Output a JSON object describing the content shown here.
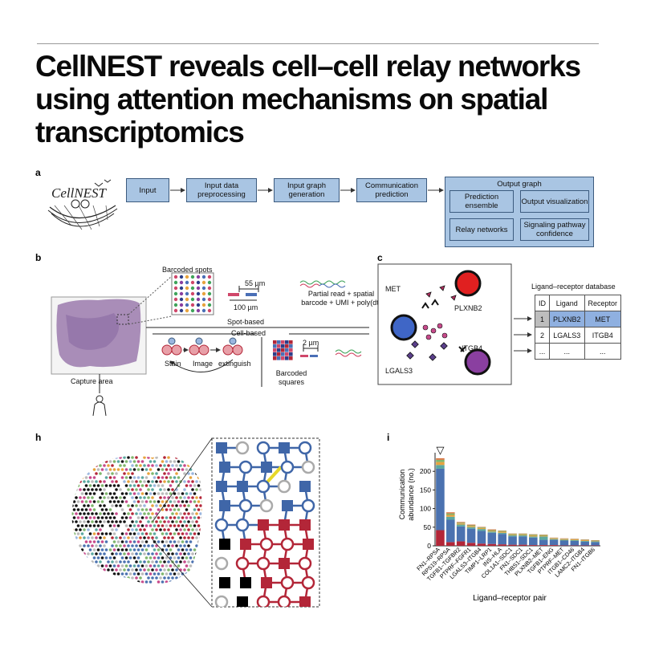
{
  "title": "CellNEST reveals cell–cell relay networks using attention mechanisms on spatial transcriptomics",
  "panels": {
    "a": {
      "label": "a",
      "logo_text": "CellNEST",
      "steps": [
        "Input",
        "Input data preprocessing",
        "Input graph generation",
        "Communication prediction"
      ],
      "output_title": "Output graph",
      "outputs": [
        "Prediction ensemble",
        "Output visualization",
        "Relay networks",
        "Signaling pathway confidence"
      ]
    },
    "b": {
      "label": "b",
      "barcoded_spots": "Barcoded spots",
      "size_55": "55 µm",
      "size_100": "100 µm",
      "read_text": "Partial read + spatial barcode + UMI + poly(dt)",
      "spot_based": "Spot-based",
      "cell_based": "Cell-based",
      "stain": "Stain",
      "image": "Image",
      "extinguish": "extinguish",
      "size_2": "2 µm",
      "barcoded_squares": "Barcoded squares",
      "capture_area": "Capture area"
    },
    "c": {
      "label": "c",
      "met": "MET",
      "plxnb2": "PLXNB2",
      "itgb4": "ITGB4",
      "lgals3": "LGALS3",
      "db_title": "Ligand–receptor database",
      "headers": [
        "ID",
        "Ligand",
        "Receptor"
      ],
      "rows": [
        [
          "1",
          "PLXNB2",
          "MET"
        ],
        [
          "2",
          "LGALS3",
          "ITGB4"
        ],
        [
          "...",
          "...",
          "..."
        ]
      ]
    },
    "h": {
      "label": "h"
    },
    "i": {
      "label": "i"
    }
  },
  "colors": {
    "box_fill": "#a9c5e3",
    "box_border": "#3c5b7f",
    "node_blue": "#3f66a8",
    "node_red": "#b32638",
    "highlight": "#e6d82a",
    "purple": "#8a3fa0"
  },
  "chart_data": {
    "type": "bar",
    "stacked": true,
    "title": "",
    "xlabel": "Ligand–receptor pair",
    "ylabel": "Communication abundance (no.)",
    "ylim": [
      0,
      250
    ],
    "yticks": [
      0,
      50,
      100,
      150,
      200
    ],
    "marker": "▽",
    "categories": [
      "FN1–RPSA",
      "RPS19–RPSA",
      "TGFB1–TGFBR2",
      "PTPRF–FGFR1",
      "LGALS3–ITGB4",
      "TIMP1–LRP1",
      "INS–HLA",
      "COL1A1–SDC1",
      "FN1–SDC1",
      "THBS1–SDC1",
      "PLXNB2–MET",
      "TGFB1–ENG",
      "PTPRF–MET",
      "ITGB1–CD46",
      "LAMC2–ITGB4",
      "FN1–ITGB6"
    ],
    "visible_tick_labels": [
      "FN1–RPSA",
      "RPS19–RPSA",
      "TGFB1–TGFBR2",
      "PTPRF–FGFR1",
      "LGALS3–ITGB4",
      "TIMP1–LRP1",
      "INS–HLA",
      "COL1A1–SDC1",
      "FN1–SDC1",
      "THBS1–SDC1",
      "PLXNB2–MET",
      "TGFB1–ENG",
      "PTPRF–MET",
      "ITGB1–CD46",
      "LAMC2–ITGB4",
      "FN1–ITGB6"
    ],
    "series": [
      {
        "color": "#b32638",
        "values": [
          42,
          10,
          12,
          8,
          6,
          5,
          4,
          3,
          3,
          2,
          2,
          2,
          1,
          1,
          1,
          1
        ]
      },
      {
        "color": "#4b72b0",
        "values": [
          165,
          60,
          40,
          38,
          34,
          30,
          28,
          22,
          22,
          20,
          14,
          14,
          13,
          12,
          10,
          9
        ]
      },
      {
        "color": "#5ba8a0",
        "values": [
          10,
          8,
          5,
          4,
          5,
          3,
          3,
          3,
          3,
          3,
          9,
          2,
          2,
          2,
          2,
          2
        ]
      },
      {
        "color": "#e7a33e",
        "values": [
          8,
          5,
          3,
          3,
          3,
          2,
          3,
          2,
          2,
          3,
          2,
          2,
          2,
          2,
          2,
          1
        ]
      },
      {
        "color": "#7fb66d",
        "values": [
          6,
          4,
          2,
          2,
          2,
          2,
          2,
          2,
          2,
          2,
          2,
          1,
          1,
          1,
          1,
          1
        ]
      },
      {
        "color": "#d9703c",
        "values": [
          4,
          3,
          2,
          2,
          1,
          2,
          1,
          1,
          1,
          1,
          1,
          1,
          1,
          1,
          1,
          1
        ]
      }
    ]
  }
}
